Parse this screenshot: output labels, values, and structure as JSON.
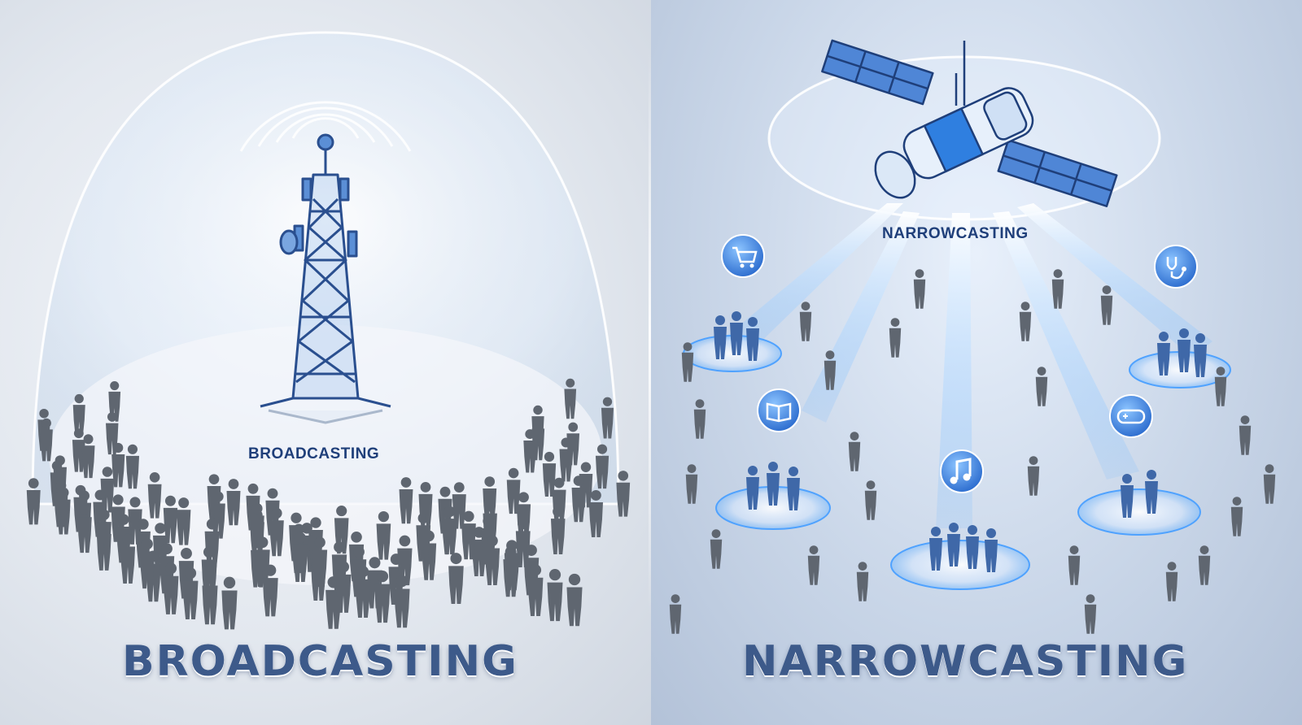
{
  "left_panel": {
    "center_label": "BROADCASTING",
    "title": "BROADCASTING"
  },
  "right_panel": {
    "center_label": "NARROWCASTING",
    "title": "NARROWCASTING",
    "audience_groups": [
      {
        "icon": "shopping-cart-icon"
      },
      {
        "icon": "book-icon"
      },
      {
        "icon": "music-note-icon"
      },
      {
        "icon": "game-controller-icon"
      },
      {
        "icon": "stethoscope-icon"
      }
    ]
  },
  "colors": {
    "accent_blue": "#2f7fe0",
    "beam_blue": "#6fb6ff",
    "silhouette": "#5f6670",
    "title_text": "#3d5a8a",
    "label_text": "#1f3f7a"
  }
}
